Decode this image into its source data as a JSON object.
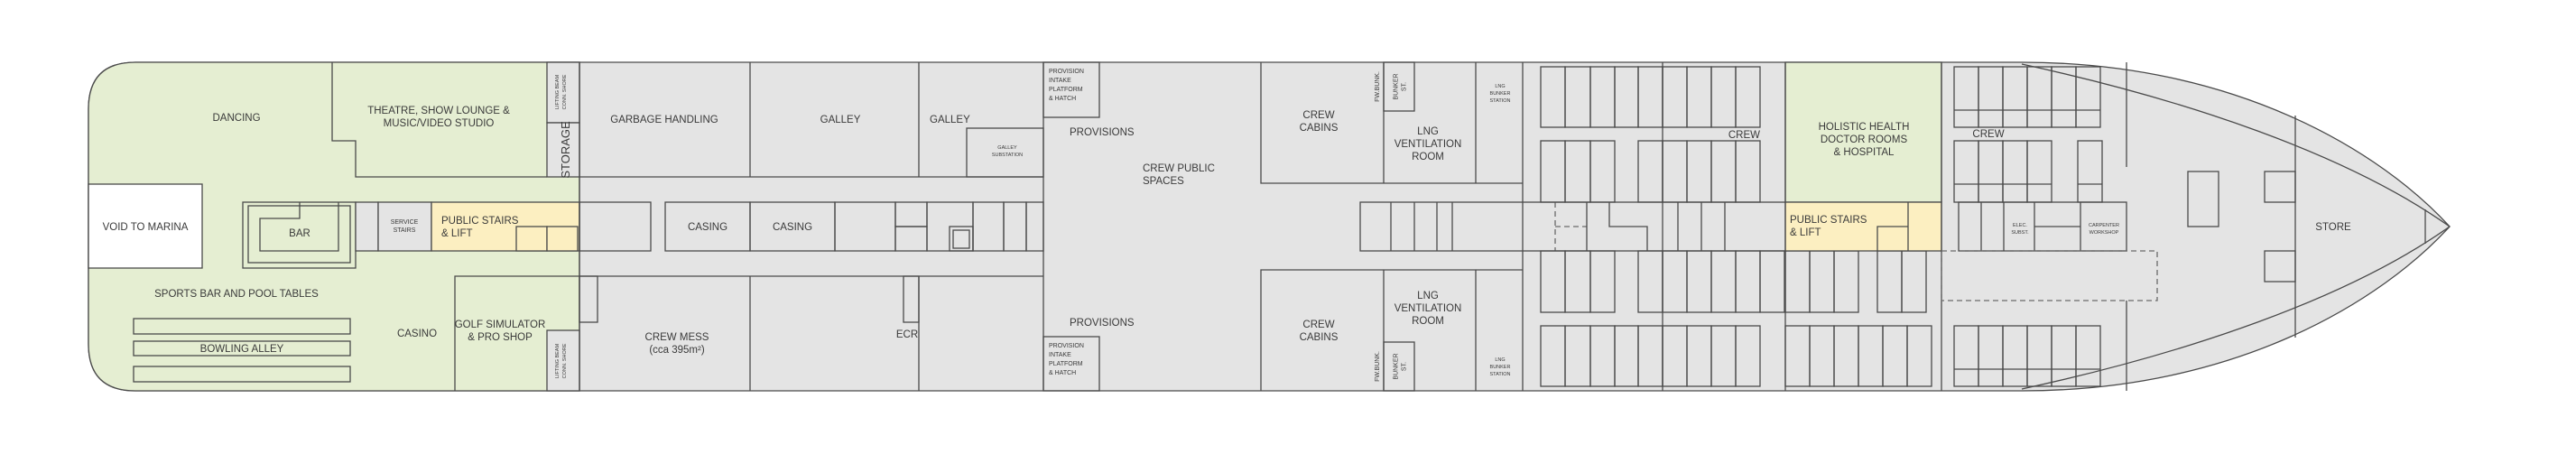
{
  "title": "Deck plan",
  "colors": {
    "public_area": "#e5eed2",
    "stairs_lift": "#fcefc1",
    "service_area": "#e4e4e4",
    "walls": "#4a4a4a"
  },
  "labels": {
    "dancing": [
      "DANCING"
    ],
    "theatre": [
      "THEATRE, SHOW LOUNGE &",
      "MUSIC/VIDEO STUDIO"
    ],
    "lifting_beam_top": [
      "LIFTING BEAM",
      "CONN. SHORE"
    ],
    "storage": [
      "STORAGE"
    ],
    "void_to_marina": [
      "VOID TO MARINA"
    ],
    "bar": [
      "BAR"
    ],
    "service_stairs": [
      "SERVICE",
      "STAIRS"
    ],
    "public_stairs_aft": [
      "PUBLIC STAIRS",
      "& LIFT"
    ],
    "sports_bar": [
      "SPORTS BAR AND POOL TABLES"
    ],
    "bowling_alley": [
      "BOWLING ALLEY"
    ],
    "casino": [
      "CASINO"
    ],
    "golf": [
      "GOLF SIMULATOR",
      "& PRO SHOP"
    ],
    "lifting_beam_bottom": [
      "LIFTING BEAM",
      "CONN. SHORE"
    ],
    "garbage": [
      "GARBAGE HANDLING"
    ],
    "galley_1": [
      "GALLEY"
    ],
    "galley_2": [
      "GALLEY"
    ],
    "galley_substation": [
      "GALLEY",
      "SUBSTATION"
    ],
    "casing_1": [
      "CASING"
    ],
    "casing_2": [
      "CASING"
    ],
    "crew_mess": [
      "CREW MESS",
      "(cca 395m²)"
    ],
    "ecr": [
      "ECR"
    ],
    "provision_intake_top": [
      "PROVISION",
      "INTAKE",
      "PLATFORM",
      "& HATCH"
    ],
    "provisions_top": [
      "PROVISIONS"
    ],
    "crew_public_spaces": [
      "CREW PUBLIC",
      "SPACES"
    ],
    "provisions_bottom": [
      "PROVISIONS"
    ],
    "provision_intake_bottom": [
      "PROVISION",
      "INTAKE",
      "PLATFORM",
      "& HATCH"
    ],
    "crew_cabins_top": [
      "CREW",
      "CABINS"
    ],
    "fw_bunk_top": [
      "FW.BUNK."
    ],
    "bunker_st_top": [
      "BUNKER",
      "ST."
    ],
    "lng_vent_top": [
      "LNG",
      "VENTILATION",
      "ROOM"
    ],
    "lng_bunker_top": [
      "LNG",
      "BUNKER",
      "STATION"
    ],
    "crew_cabins_bottom": [
      "CREW",
      "CABINS"
    ],
    "fw_bunk_bottom": [
      "FW.BUNK."
    ],
    "bunker_st_bottom": [
      "BUNKER",
      "ST."
    ],
    "lng_vent_bottom": [
      "LNG",
      "VENTILATION",
      "ROOM"
    ],
    "lng_bunker_bottom": [
      "LNG",
      "BUNKER",
      "STATION"
    ],
    "crew_mid": [
      "CREW"
    ],
    "holistic": [
      "HOLISTIC HEALTH",
      "DOCTOR ROOMS",
      "& HOSPITAL"
    ],
    "public_stairs_fwd": [
      "PUBLIC STAIRS",
      "& LIFT"
    ],
    "crew_fwd": [
      "CREW"
    ],
    "elec_subst": [
      "ELEC.",
      "SUBST."
    ],
    "carpenter": [
      "CARPENTER",
      "WORKSHOP"
    ],
    "store": [
      "STORE"
    ]
  }
}
